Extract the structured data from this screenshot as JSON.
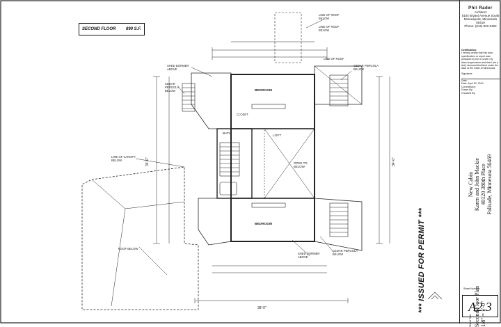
{
  "floor_tag": {
    "name": "SECOND FLOOR",
    "area": "890 S.F."
  },
  "plan": {
    "notes": [
      {
        "id": "n1",
        "text": "SHED DORMER ABOVE"
      },
      {
        "id": "n2",
        "text": "CEDAR PERGOLA BELOW"
      },
      {
        "id": "n3",
        "text": "LINE OF ROOF BELOW"
      },
      {
        "id": "n4",
        "text": "LINE OF ROOF BELOW"
      },
      {
        "id": "n5",
        "text": "CEDAR PERGOLA BELOW"
      },
      {
        "id": "n6",
        "text": "LINE OF CANOPY BELOW"
      },
      {
        "id": "n7",
        "text": "ROOF BELOW"
      },
      {
        "id": "n8",
        "text": "CEDAR PERGOLA BELOW"
      },
      {
        "id": "n9",
        "text": "SHED DORMER ABOVE"
      },
      {
        "id": "n10",
        "text": "LINE OF ROOF"
      }
    ],
    "rooms": [
      {
        "id": "r1",
        "text": "BEDROOM"
      },
      {
        "id": "r2",
        "text": "BATH"
      },
      {
        "id": "r3",
        "text": "BEDROOM"
      },
      {
        "id": "r4",
        "text": "LOFT"
      },
      {
        "id": "r5",
        "text": "OPEN TO BELOW"
      },
      {
        "id": "r6",
        "text": "CLOSET"
      }
    ],
    "dims": {
      "overall_bottom": "38'-0\"",
      "overall_left": "34'-0\"",
      "overall_right": "34'-0\""
    }
  },
  "title_block": {
    "firm_name": "Phil Rader",
    "firm_lines": [
      "Architect",
      "5104 Bryant Avenue South",
      "Minneapolis, Minnesota 55419",
      "Phone: (612) 822-0462"
    ],
    "cert_heading": "Certification:",
    "cert_text": "I hereby certify that this plan, specification or report was prepared by me or under my direct supervision and that I am a duly Licensed Architect under the laws of the State of Minnesota.",
    "meta": [
      "Signature:",
      "Date:",
      "Date: April 30, 2010",
      "Commission:",
      "Drawn By:",
      "Checked By:"
    ],
    "project": [
      "New Cabin",
      "Karen and John Mackie",
      "40120 380th Place",
      "Palisade, Minnesota 56469"
    ],
    "sheet_title_label": "Sheet Title:",
    "sheet_title": "Second Floor Plan",
    "scale": "1/8\" = 1'-0\"",
    "sheet_number_label": "Sheet Number:",
    "sheet_number": "A2.3"
  },
  "stamp": "*** ISSUED FOR PERMIT ***"
}
